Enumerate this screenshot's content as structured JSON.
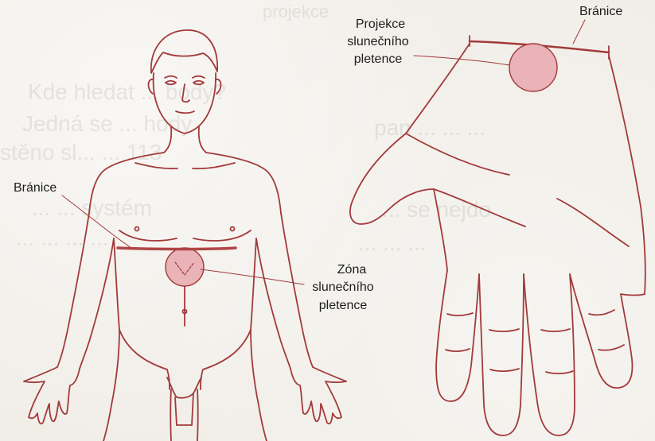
{
  "colors": {
    "outline": "#a23a3a",
    "diaphragm": "#b04545",
    "plexus_fill": "#e9b3b7",
    "label_text": "#1d1d1d",
    "paper": "#f1eee8"
  },
  "labels": {
    "body_diaphragm": "Bránice",
    "body_zone_line1": "Zóna",
    "body_zone_line2": "slunečního",
    "body_zone_line3": "pletence",
    "hand_projection_line1": "Projekce",
    "hand_projection_line2": "slunečního",
    "hand_projection_line3": "pletence",
    "hand_diaphragm": "Bránice"
  },
  "background_bleed": [
    "projekce",
    "Kde hledat ... body?",
    "Jedná se ... hody",
    "stěno sl... ... 113",
    "... ... systém",
    "... ... ... ...",
    "pan ... ... ...",
    "... se nejdo",
    "... ... ..."
  ]
}
